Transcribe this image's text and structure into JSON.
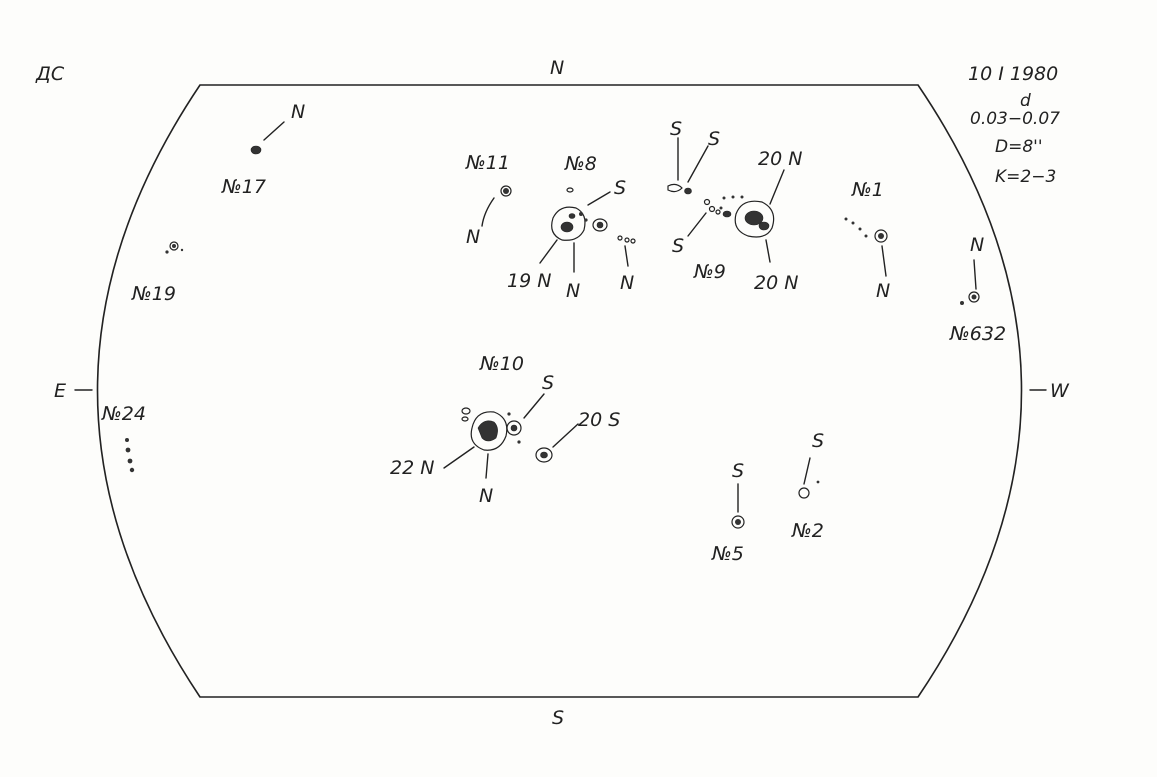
{
  "header": {
    "observer": "ДС",
    "date": "10 I 1980",
    "time": "0.03−0.07",
    "time_unit": "d",
    "diameter": "D=8''",
    "quality": "K=2−3"
  },
  "directions": {
    "north": "N",
    "south": "S",
    "east": "E",
    "west": "W"
  },
  "groups": [
    {
      "id": "17",
      "label": "№17",
      "polarity": "N"
    },
    {
      "id": "19",
      "label": "№19"
    },
    {
      "id": "24",
      "label": "№24"
    },
    {
      "id": "11",
      "label": "№11",
      "polarity": "N"
    },
    {
      "id": "8",
      "label": "№8",
      "polarity_s": "S",
      "polarity_n1": "19 N",
      "polarity_n2": "N",
      "polarity_n3": "N"
    },
    {
      "id": "9",
      "label": "№9",
      "polarity_s1": "S",
      "polarity_s2": "S",
      "polarity_s3": "S",
      "polarity_n1": "20 N",
      "polarity_n2": "20 N"
    },
    {
      "id": "1",
      "label": "№1",
      "polarity": "N"
    },
    {
      "id": "632",
      "label": "№632",
      "polarity": "N"
    },
    {
      "id": "10",
      "label": "№10",
      "polarity_s1": "S",
      "polarity_s2": "20 S",
      "polarity_n1": "22 N",
      "polarity_n2": "N"
    },
    {
      "id": "5",
      "label": "№5",
      "polarity": "S"
    },
    {
      "id": "2",
      "label": "№2",
      "polarity": "S"
    }
  ],
  "colors": {
    "ink": "#222222",
    "paper": "#fdfdfb"
  }
}
